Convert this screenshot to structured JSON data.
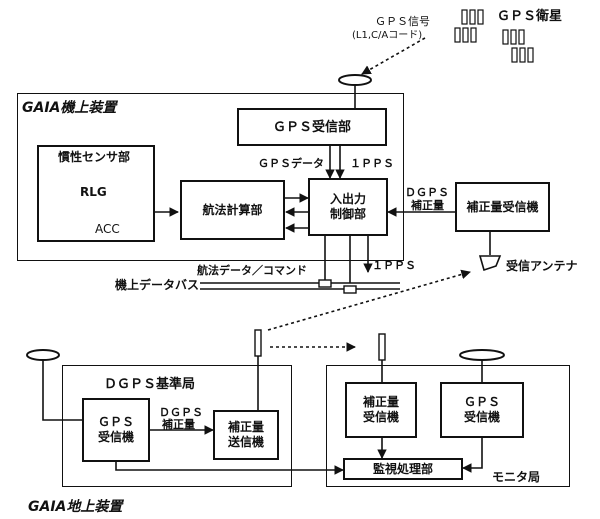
{
  "gps_satellite": "ＧＰＳ衛星",
  "gps_signal": "ＧＰＳ信号",
  "gps_signal_code": "(L1,C/Aコード)",
  "airborne_title": "GAIA機上装置",
  "gps_receiver": "ＧＰＳ受信部",
  "gps_data": "ＧＰＳデータ",
  "pps_1": "１ＰＰＳ",
  "inertial_sensor": "慣性センサ部",
  "rlg": "RLG",
  "acc": "ACC",
  "nav_computer": "航法計算部",
  "io_control_1": "入出力",
  "io_control_2": "制御部",
  "dgps": "ＤＧＰＳ",
  "correction": "補正量",
  "correction_receiver": "補正量受信機",
  "nav_data_command": "航法データ／コマンド",
  "pps_2": "１ＰＰＳ",
  "receive_antenna": "受信アンテナ",
  "data_bus": "機上データバス",
  "dgps_base": "ＤＧＰＳ基準局",
  "gnd_gps_1": "ＧＰＳ",
  "gnd_gps_2": "受信機",
  "gnd_dgps": "ＤＧＰＳ",
  "gnd_correction": "補正量",
  "tx_1": "補正量",
  "tx_2": "送信機",
  "mon_rx_1": "補正量",
  "mon_rx_2": "受信機",
  "mon_gps_1": "ＧＰＳ",
  "mon_gps_2": "受信機",
  "monitor_proc": "監視処理部",
  "monitor_station": "モニタ局",
  "ground_title": "GAIA地上装置"
}
